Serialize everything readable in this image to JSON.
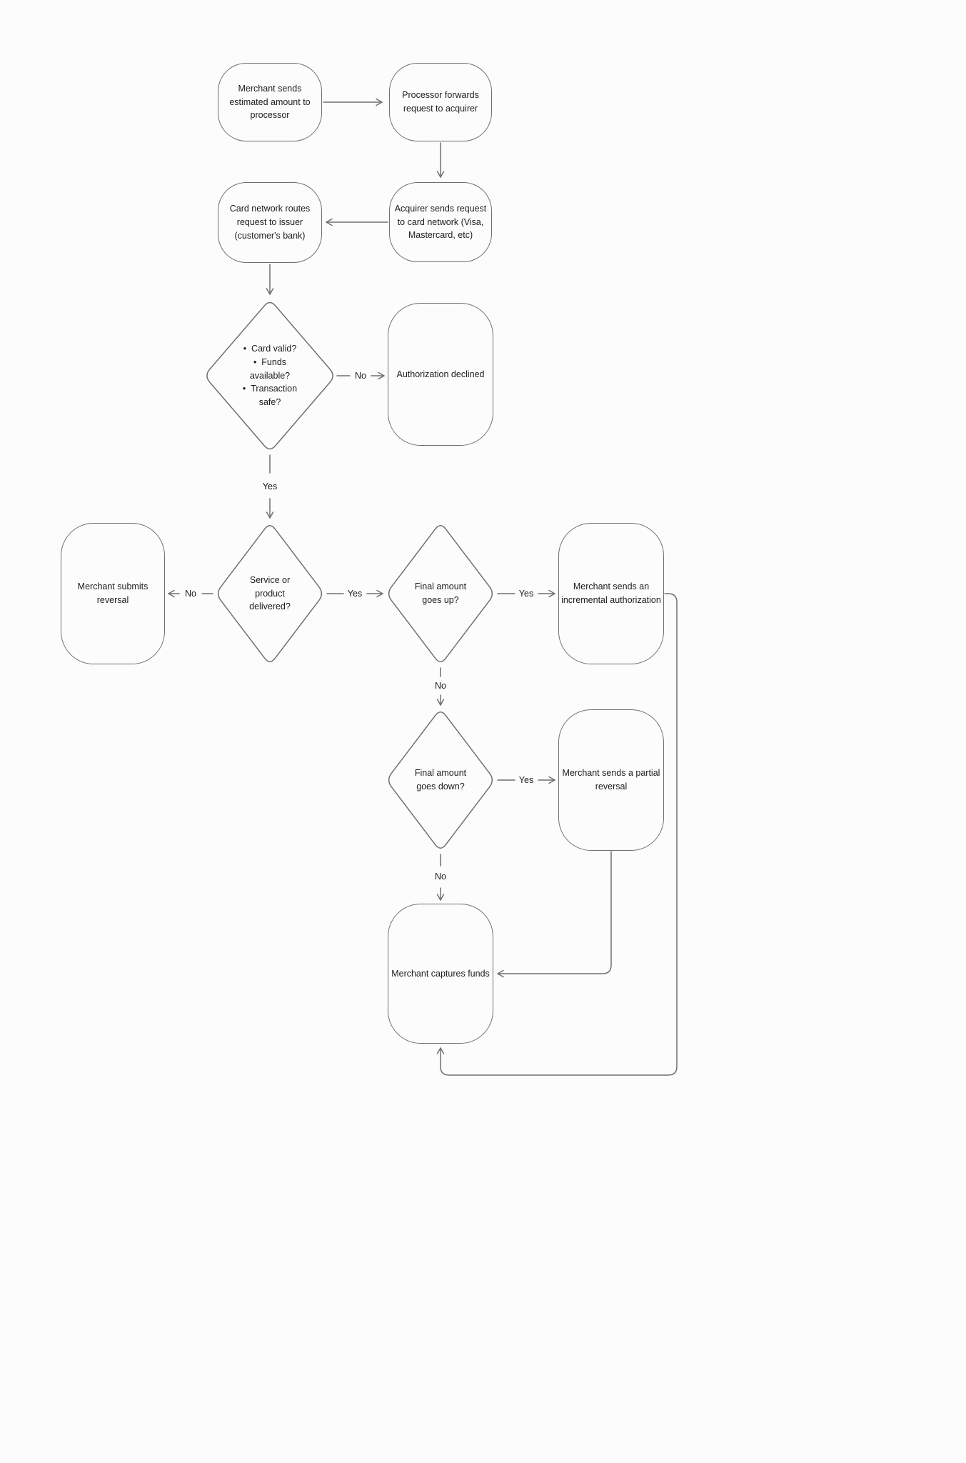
{
  "theme": {
    "background": "#fcfcfc",
    "stroke": "#6f6f6f",
    "text": "#1c1c1c"
  },
  "diagram": {
    "type": "flowchart",
    "topic": "Card payment authorization flow"
  },
  "nodes": {
    "estimated": {
      "label": "Merchant sends estimated amount to processor"
    },
    "processor": {
      "label": "Processor forwards request to acquirer"
    },
    "acquirer": {
      "label": "Acquirer sends request to card network (Visa, Mastercard, etc)"
    },
    "network": {
      "label": "Card network routes request to issuer (customer's bank)"
    },
    "declined": {
      "label": "Authorization declined"
    },
    "reversal": {
      "label": "Merchant submits reversal"
    },
    "incremental": {
      "label": "Merchant sends an incremental authorization"
    },
    "partial": {
      "label": "Merchant sends a partial reversal"
    },
    "captures": {
      "label": "Merchant captures funds"
    }
  },
  "decisions": {
    "checks": {
      "items": [
        "Card valid?",
        "Funds available?",
        "Transaction safe?"
      ]
    },
    "delivered": {
      "label": "Service or product delivered?"
    },
    "up": {
      "label": "Final amount goes up?"
    },
    "down": {
      "label": "Final amount goes down?"
    }
  },
  "edge_labels": {
    "checks_no": "No",
    "checks_yes": "Yes",
    "delivered_no": "No",
    "delivered_yes": "Yes",
    "up_yes": "Yes",
    "up_no": "No",
    "down_yes": "Yes",
    "down_no": "No"
  }
}
